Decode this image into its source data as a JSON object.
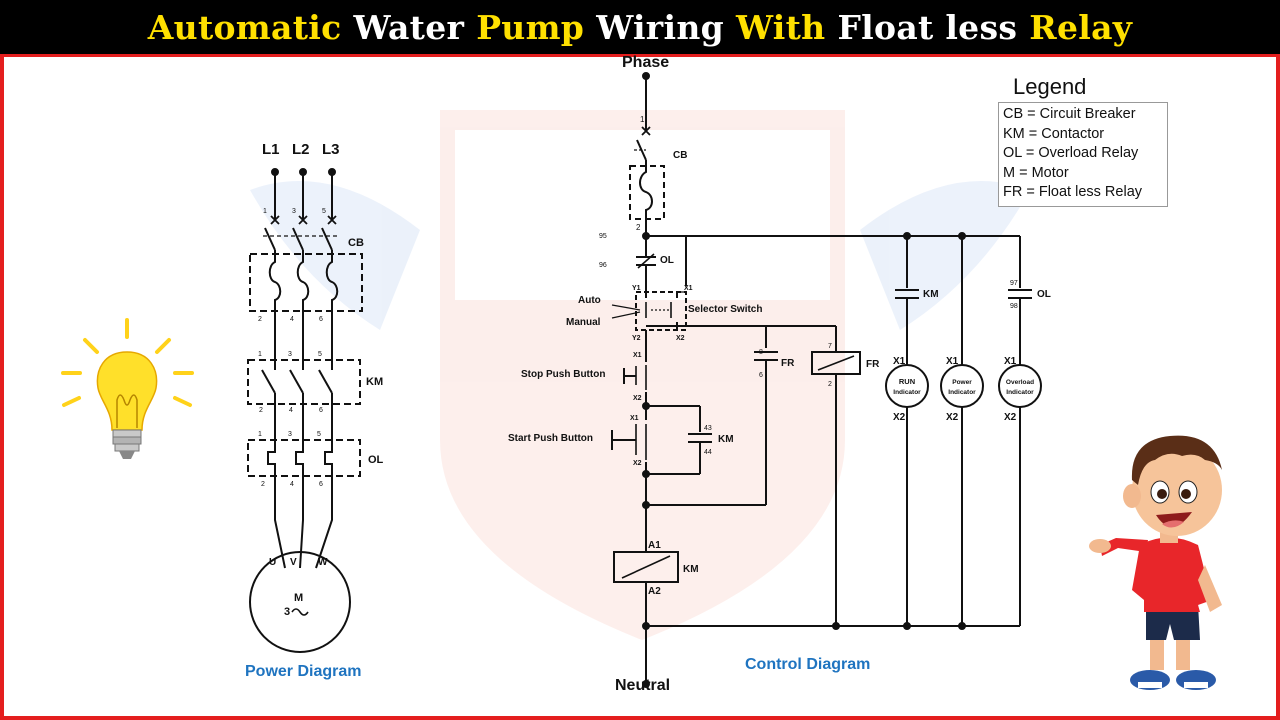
{
  "title": {
    "parts": [
      {
        "text": "Automatic",
        "color": "yellow"
      },
      {
        "text": "Water",
        "color": "white"
      },
      {
        "text": "Pump",
        "color": "yellow"
      },
      {
        "text": "Wiring",
        "color": "white"
      },
      {
        "text": "With",
        "color": "yellow"
      },
      {
        "text": "Float less",
        "color": "white"
      },
      {
        "text": "Relay",
        "color": "yellow"
      }
    ],
    "colors": {
      "yellow": "#ffe000",
      "white": "#ffffff",
      "background": "#000000",
      "border": "#e41e1e"
    }
  },
  "legend": {
    "title": "Legend",
    "items": [
      "CB = Circuit Breaker",
      "KM = Contactor",
      "OL = Overload Relay",
      "M = Motor",
      "FR = Float less Relay"
    ]
  },
  "power_diagram": {
    "caption": "Power Diagram",
    "lines": [
      "L1",
      "L2",
      "L3"
    ],
    "cb_label": "CB",
    "km_label": "KM",
    "ol_label": "OL",
    "terminals_top": [
      "1",
      "3",
      "5"
    ],
    "terminals_bottom": [
      "2",
      "4",
      "6"
    ],
    "motor_terminals": [
      "U",
      "V",
      "W"
    ],
    "motor_label": "M",
    "motor_phase": "3~"
  },
  "control_diagram": {
    "caption": "Control Diagram",
    "phase": "Phase",
    "neutral": "Neutral",
    "cb": {
      "label": "CB",
      "t1": "1",
      "t2": "2"
    },
    "ol": {
      "label": "OL",
      "t1": "95",
      "t2": "96"
    },
    "selector": {
      "label": "Selector Switch",
      "auto": "Auto",
      "manual": "Manual",
      "y1": "Y1",
      "y2": "Y2",
      "x1": "X1",
      "x2": "X2"
    },
    "stop": {
      "label": "Stop Push Button",
      "x1": "X1",
      "x2": "X2"
    },
    "start": {
      "label": "Start Push Button",
      "x1": "X1",
      "x2": "X2"
    },
    "km_aux": {
      "label": "KM",
      "t1": "43",
      "t2": "44"
    },
    "fr_contact": {
      "label": "FR",
      "t1": "8",
      "t2": "6"
    },
    "fr_coil": {
      "label": "FR",
      "t1": "7",
      "t2": "2"
    },
    "km_coil": {
      "label": "KM",
      "a1": "A1",
      "a2": "A2"
    },
    "km_contact": {
      "label": "KM"
    },
    "ol_contact": {
      "label": "OL",
      "t1": "97",
      "t2": "98"
    },
    "indicators": [
      {
        "line1": "RUN",
        "line2": "Indicator",
        "x1": "X1",
        "x2": "X2"
      },
      {
        "line1": "Power",
        "line2": "Indicator",
        "x1": "X1",
        "x2": "X2"
      },
      {
        "line1": "Overload",
        "line2": "Indicator",
        "x1": "X1",
        "x2": "X2"
      }
    ]
  }
}
